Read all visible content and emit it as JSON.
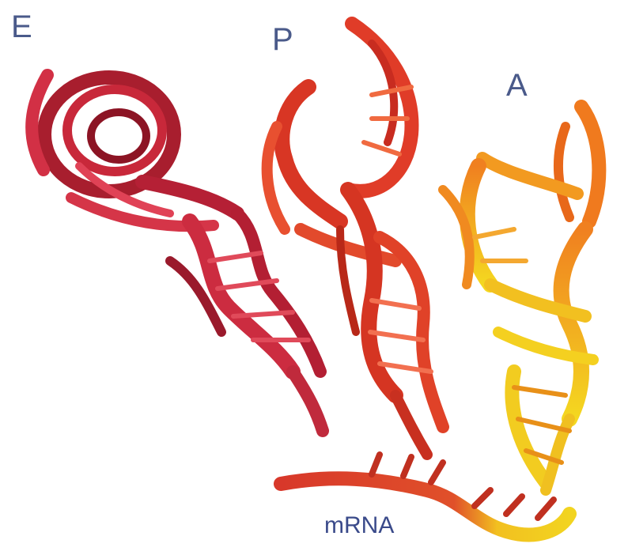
{
  "labels": {
    "e_site": "E",
    "p_site": "P",
    "a_site": "A",
    "mrna": "mRNA"
  },
  "colors": {
    "background": "#ffffff",
    "label_text": "#4a5a8a",
    "e_trna": "#c8283a",
    "p_trna": "#e0402a",
    "a_trna_orange": "#f08a20",
    "a_trna_yellow": "#f2d21a",
    "mrna_red": "#d8382a",
    "mrna_yellow": "#f0c020"
  }
}
